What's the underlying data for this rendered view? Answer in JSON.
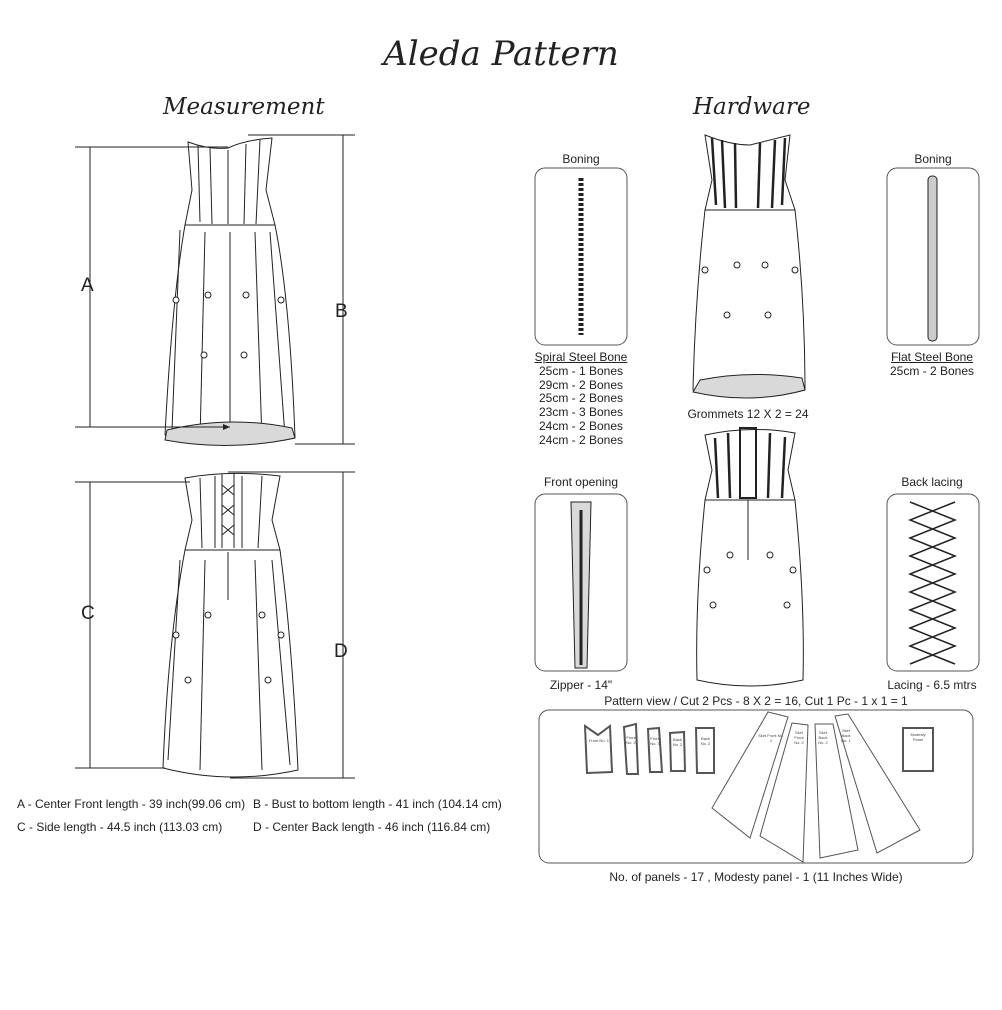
{
  "title": "Aleda Pattern",
  "measurement": {
    "heading": "Measurement",
    "labels": {
      "a": "A",
      "b": "B",
      "c": "C",
      "d": "D"
    },
    "notes": [
      "A - Center Front length - 39 inch(99.06 cm)",
      "B -  Bust to bottom length - 41 inch (104.14 cm)",
      "C - Side length - 44.5 inch (113.03 cm)",
      "D - Center Back length - 46 inch (116.84 cm)"
    ]
  },
  "hardware": {
    "heading": "Hardware",
    "boning_left": {
      "label": "Boning",
      "name": "Spiral Steel Bone",
      "items": [
        "25cm - 1 Bones",
        "29cm - 2 Bones",
        "25cm - 2 Bones",
        "23cm - 3 Bones",
        "24cm - 2 Bones",
        "24cm - 2 Bones"
      ]
    },
    "boning_right": {
      "label": "Boning",
      "name": "Flat Steel Bone",
      "items": [
        "25cm - 2 Bones"
      ]
    },
    "grommets": "Grommets 12 X 2 = 24",
    "front_opening": {
      "label": "Front opening",
      "caption": "Zipper - 14\""
    },
    "back_lacing": {
      "label": "Back lacing",
      "caption": "Lacing - 6.5 mtrs"
    }
  },
  "pattern": {
    "heading": "Pattern view  /  Cut 2 Pcs - 8 X 2 = 16, Cut 1 Pc - 1 x 1 = 1",
    "pieces": [
      "Front No. 1",
      "Front No. 2",
      "Front No. 3",
      "Back No. 2",
      "Back No. 2",
      "Skirt Front No. 1",
      "Skirt Front No. 2",
      "Skirt Back No. 2",
      "Skirt Back No. 1",
      "Modesty Panel"
    ],
    "footer": "No. of panels - 17  , Modesty panel - 1 (11 Inches Wide)"
  },
  "colors": {
    "line": "#222222",
    "hem": "#d9d9d9",
    "box": "#555555"
  }
}
